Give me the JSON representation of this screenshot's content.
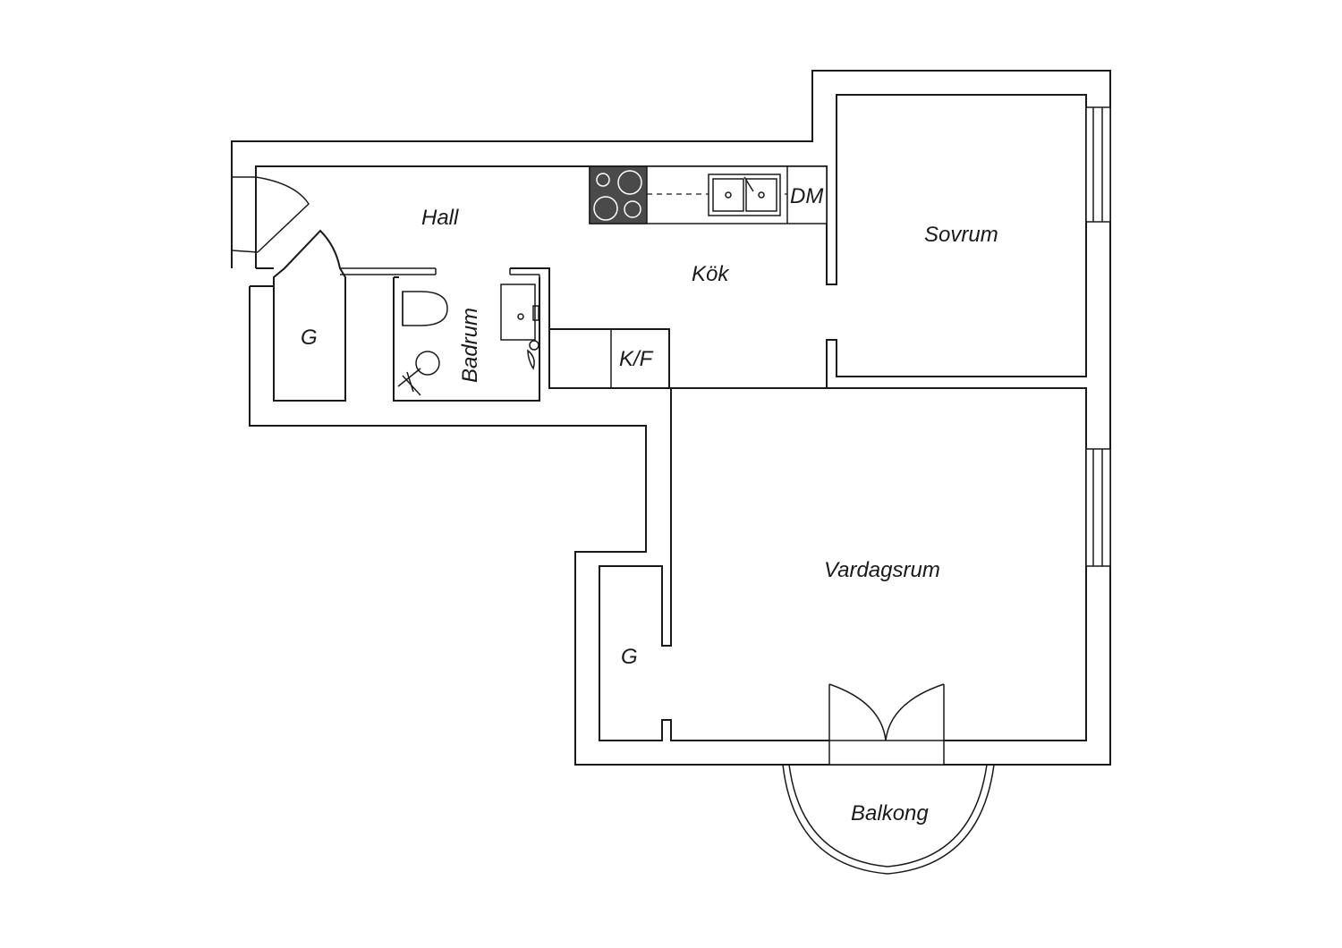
{
  "rooms": {
    "hall": "Hall",
    "kok": "Kök",
    "sovrum": "Sovrum",
    "vardagsrum": "Vardagsrum",
    "badrum": "Badrum",
    "balkong": "Balkong",
    "garderob_hall": "G",
    "garderob_vardagsrum": "G"
  },
  "appliances": {
    "dishwasher": "DM",
    "fridge_freezer": "K/F"
  },
  "colors": {
    "wall": "#1a1a1a",
    "stove": "#4a4a4a",
    "background": "#ffffff"
  }
}
